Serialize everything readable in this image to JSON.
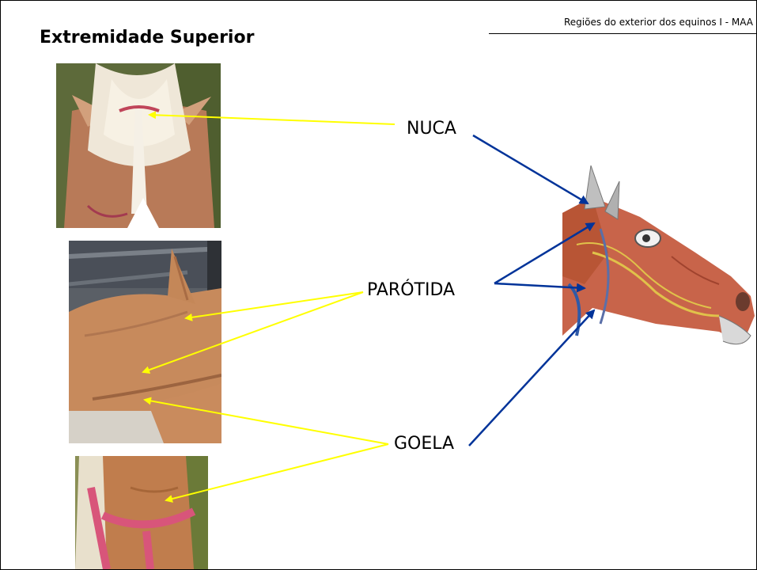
{
  "header": {
    "subtitle": "Regiões do exterior dos equinos  I -  MAA"
  },
  "slide": {
    "title": "Extremidade Superior"
  },
  "labels": {
    "nuca": "NUCA",
    "parotida": "PARÓTIDA",
    "goela": "GOELA"
  },
  "images": [
    {
      "name": "horse-poll-photo",
      "subject": "nuca"
    },
    {
      "name": "horse-parotid-photo",
      "subject": "parótida"
    },
    {
      "name": "horse-throat-photo",
      "subject": "goela"
    },
    {
      "name": "horse-head-anatomy-illustration",
      "subject": "anatomia"
    }
  ],
  "colors": {
    "photo_arrow": "#ffff00",
    "diagram_arrow": "#003399",
    "horse_coat": "#c8885a",
    "mane": "#efe7d8",
    "muscle": "#c8644a"
  }
}
